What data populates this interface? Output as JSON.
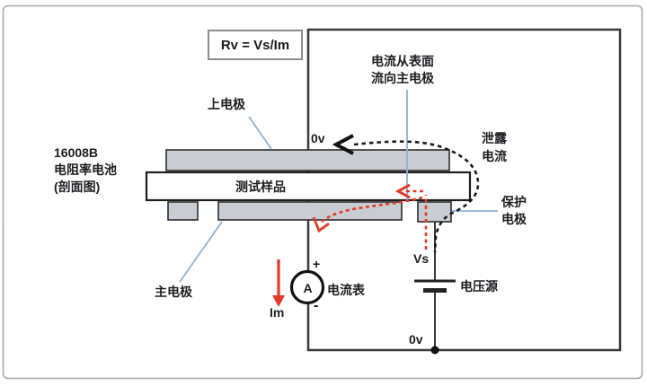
{
  "formula": "Rv = Vs/Im",
  "device": {
    "line1": "16008B",
    "line2": "电阻率电池",
    "line3": "(剖面图)"
  },
  "labels": {
    "top_electrode": "上电极",
    "test_sample": "测试样品",
    "main_electrode": "主电极",
    "guard_electrode": {
      "line1": "保护",
      "line2": "电极"
    },
    "leakage_current": {
      "line1": "泄露",
      "line2": "电流"
    },
    "surface_current": {
      "line1": "电流从表面",
      "line2": "流向主电极"
    },
    "ammeter": "电流表",
    "voltage_source": "电压源"
  },
  "values": {
    "zero_volt_top": "0v",
    "zero_volt_bottom": "0v",
    "vs": "Vs",
    "im": "Im",
    "ammeter_symbol": "A",
    "plus": "+",
    "minus": "-"
  },
  "colors": {
    "electrode_fill": "#c9cdd1",
    "wire_dark": "#3a3a3a",
    "pointer_blue": "#8fb0d8",
    "current_red": "#e23a28",
    "leakage_black": "#1a1a1a",
    "text": "#1e1e22",
    "frame_gray": "#a6a6a6"
  }
}
